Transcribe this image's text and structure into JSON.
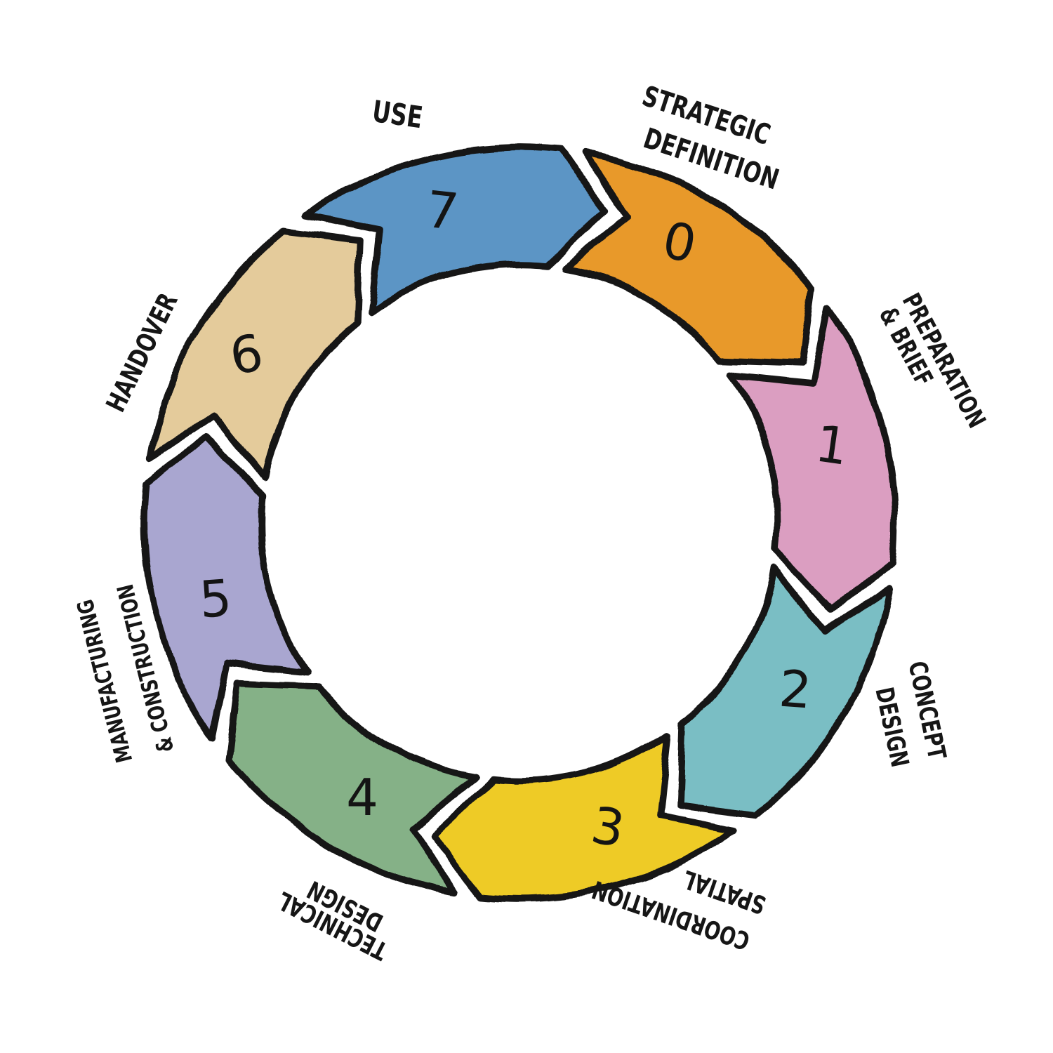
{
  "diagram": {
    "type": "cycle",
    "stage_count": 8,
    "direction": "clockwise",
    "background": "#FFFFFF",
    "outline_color": "#151515"
  },
  "stages": [
    {
      "number": "0",
      "label": "STRATEGIC DEFINITION",
      "lines": [
        "STRATEGIC",
        "DEFINITION"
      ],
      "color": "#E8992B"
    },
    {
      "number": "1",
      "label": "PREPARATION & BRIEF",
      "lines": [
        "PREPARATION",
        "& BRIEF"
      ],
      "color": "#DB9EC1"
    },
    {
      "number": "2",
      "label": "CONCEPT DESIGN",
      "lines": [
        "CONCEPT",
        "DESIGN"
      ],
      "color": "#7ABEC4"
    },
    {
      "number": "3",
      "label": "SPATIAL COORDINATION",
      "lines": [
        "SPATIAL",
        "COORDINATION"
      ],
      "color": "#EECB28"
    },
    {
      "number": "4",
      "label": "TECHNICAL DESIGN",
      "lines": [
        "TECHNICAL",
        "DESIGN"
      ],
      "color": "#85B187"
    },
    {
      "number": "5",
      "label": "MANUFACTURING & CONSTRUCTION",
      "lines": [
        "MANUFACTURING",
        "& CONSTRUCTION"
      ],
      "color": "#A9A6D0"
    },
    {
      "number": "6",
      "label": "HANDOVER",
      "lines": [
        "HANDOVER"
      ],
      "color": "#E4CB9B"
    },
    {
      "number": "7",
      "label": "USE",
      "lines": [
        "USE"
      ],
      "color": "#5C95C5"
    }
  ]
}
